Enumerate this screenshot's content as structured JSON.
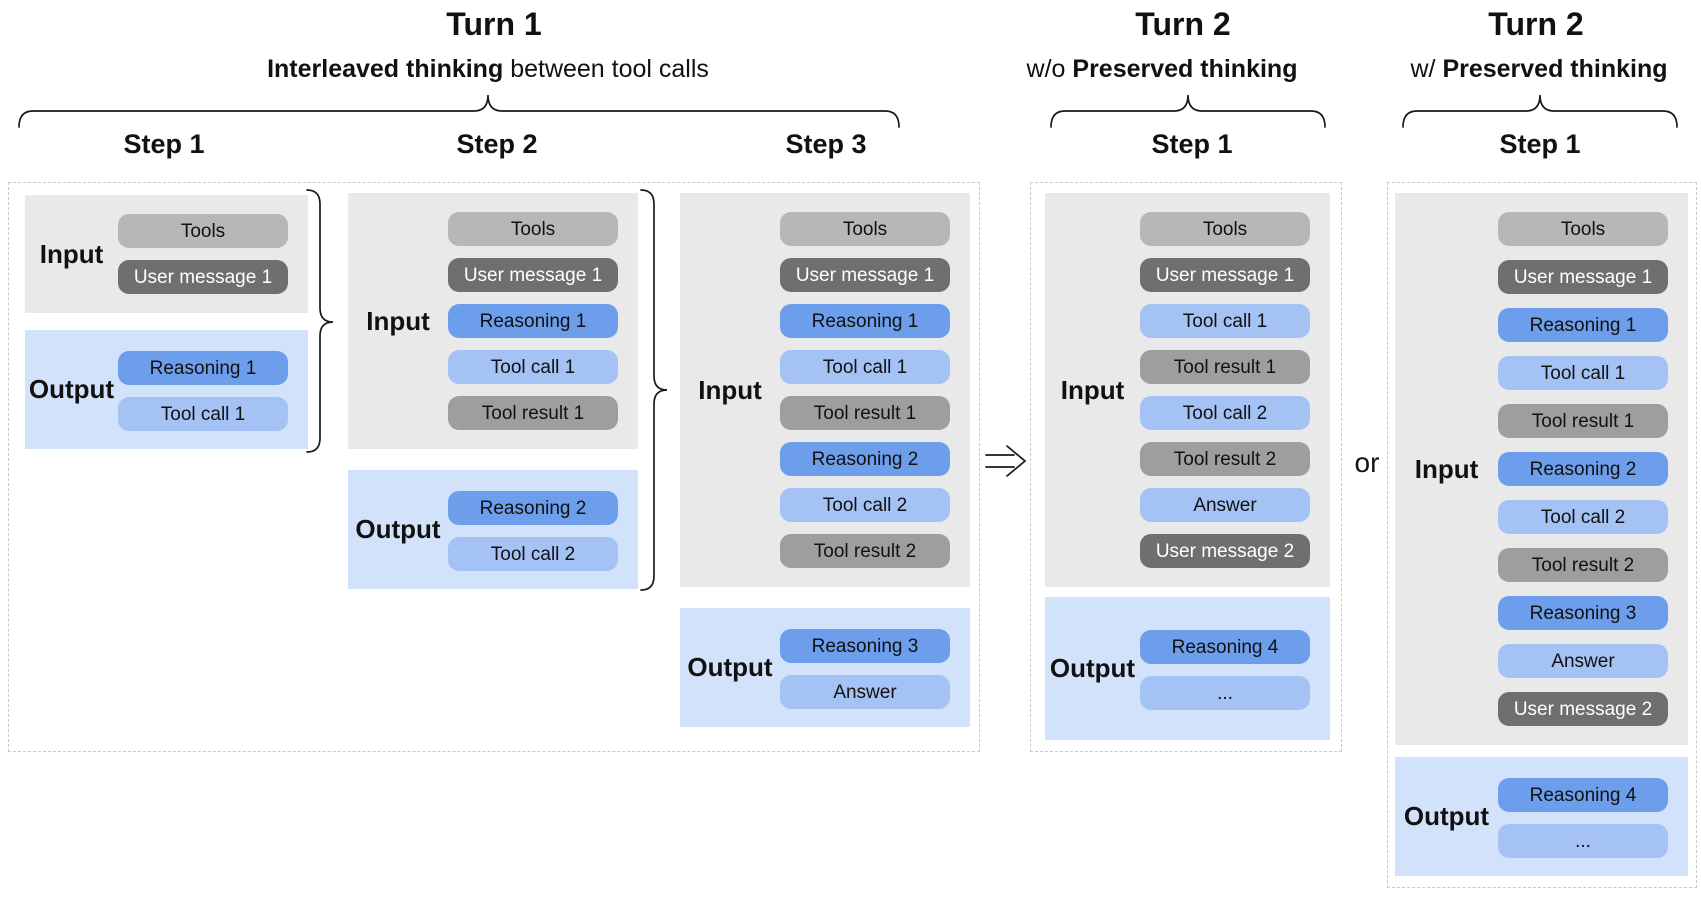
{
  "colors": {
    "input_panel": "#e9e9e9",
    "output_panel": "#d3e2fb",
    "tools_pill": "#b7b7b7",
    "user_message_pill": "#6f6f6f",
    "tool_result_pill": "#9e9e9e",
    "reasoning_pill": "#6d9eeb",
    "tool_call_pill": "#a4c2f4"
  },
  "turn1": {
    "title": "Turn 1",
    "subtitle": {
      "pre": "",
      "bold": "Interleaved thinking",
      "post": " between tool calls"
    },
    "steps": [
      {
        "heading": "Step 1",
        "input": {
          "label": "Input",
          "pills": [
            {
              "label": "Tools"
            },
            {
              "label": "User message 1"
            }
          ]
        },
        "output": {
          "label": "Output",
          "pills": [
            {
              "label": "Reasoning 1"
            },
            {
              "label": "Tool call 1"
            }
          ]
        }
      },
      {
        "heading": "Step 2",
        "input": {
          "label": "Input",
          "pills": [
            {
              "label": "Tools"
            },
            {
              "label": "User message 1"
            },
            {
              "label": "Reasoning 1"
            },
            {
              "label": "Tool call 1"
            },
            {
              "label": "Tool result 1"
            }
          ]
        },
        "output": {
          "label": "Output",
          "pills": [
            {
              "label": "Reasoning 2"
            },
            {
              "label": "Tool call 2"
            }
          ]
        }
      },
      {
        "heading": "Step 3",
        "input": {
          "label": "Input",
          "pills": [
            {
              "label": "Tools"
            },
            {
              "label": "User message 1"
            },
            {
              "label": "Reasoning 1"
            },
            {
              "label": "Tool call 1"
            },
            {
              "label": "Tool result 1"
            },
            {
              "label": "Reasoning 2"
            },
            {
              "label": "Tool call 2"
            },
            {
              "label": "Tool result 2"
            }
          ]
        },
        "output": {
          "label": "Output",
          "pills": [
            {
              "label": "Reasoning 3"
            },
            {
              "label": "Answer"
            }
          ]
        }
      }
    ]
  },
  "connector": {
    "or_label": "or"
  },
  "turn2_without": {
    "title": "Turn 2",
    "subtitle": {
      "pre": "w/o ",
      "bold": "Preserved thinking",
      "post": ""
    },
    "step": {
      "heading": "Step 1",
      "input": {
        "label": "Input",
        "pills": [
          {
            "label": "Tools"
          },
          {
            "label": "User message 1"
          },
          {
            "label": "Tool call 1"
          },
          {
            "label": "Tool result 1"
          },
          {
            "label": "Tool call 2"
          },
          {
            "label": "Tool result 2"
          },
          {
            "label": "Answer"
          },
          {
            "label": "User message 2"
          }
        ]
      },
      "output": {
        "label": "Output",
        "pills": [
          {
            "label": "Reasoning 4"
          },
          {
            "label": "..."
          }
        ]
      }
    }
  },
  "turn2_with": {
    "title": "Turn 2",
    "subtitle": {
      "pre": "w/ ",
      "bold": "Preserved thinking",
      "post": ""
    },
    "step": {
      "heading": "Step 1",
      "input": {
        "label": "Input",
        "pills": [
          {
            "label": "Tools"
          },
          {
            "label": "User message 1"
          },
          {
            "label": "Reasoning 1"
          },
          {
            "label": "Tool call 1"
          },
          {
            "label": "Tool result 1"
          },
          {
            "label": "Reasoning 2"
          },
          {
            "label": "Tool call 2"
          },
          {
            "label": "Tool result 2"
          },
          {
            "label": "Reasoning 3"
          },
          {
            "label": "Answer"
          },
          {
            "label": "User message 2"
          }
        ]
      },
      "output": {
        "label": "Output",
        "pills": [
          {
            "label": "Reasoning 4"
          },
          {
            "label": "..."
          }
        ]
      }
    }
  }
}
